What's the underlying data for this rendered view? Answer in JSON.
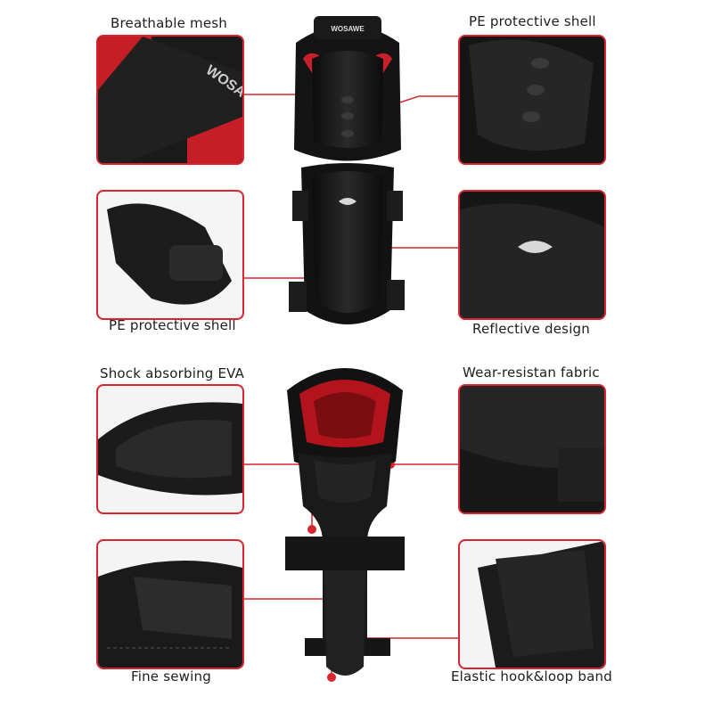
{
  "brand": "WOSAWE",
  "accent_color": "#d7262e",
  "labels": {
    "breathable_mesh": "Breathable mesh",
    "pe_shell_top": "PE protective shell",
    "pe_shell_left": "PE protective shell",
    "reflective_design": "Reflective design",
    "shock_absorbing_eva": "Shock absorbing EVA",
    "wear_resistant_fabric": "Wear-resistan fabric",
    "fine_sewing": "Fine sewing",
    "elastic_band": "Elastic hook&loop band"
  }
}
